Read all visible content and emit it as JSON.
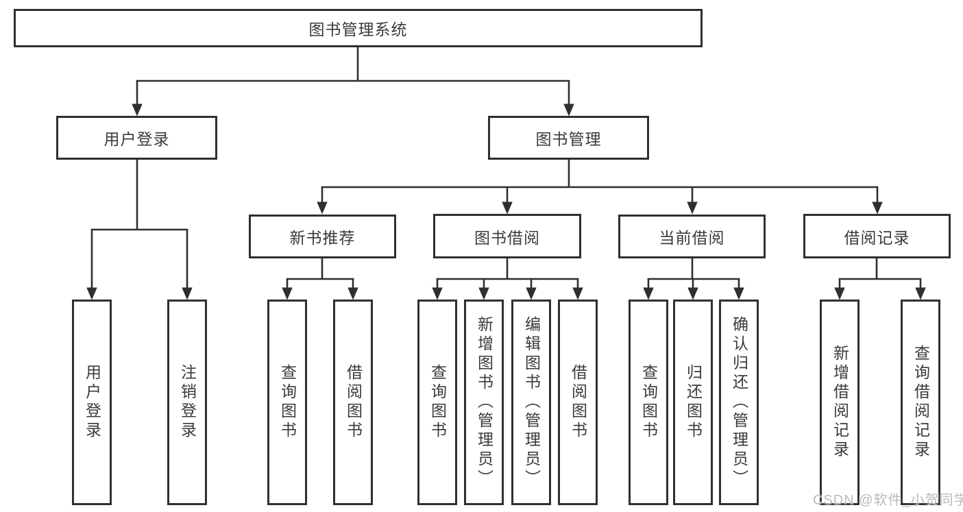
{
  "diagram": {
    "title": "图书管理系统",
    "branches": [
      {
        "label": "用户登录",
        "children": [
          "用户登录",
          "注销登录"
        ]
      },
      {
        "label": "图书管理",
        "groups": [
          {
            "label": "新书推荐",
            "children": [
              "查询图书",
              "借阅图书"
            ]
          },
          {
            "label": "图书借阅",
            "children": [
              "查询图书",
              "新增图书（管理员）",
              "编辑图书（管理员）",
              "借阅图书"
            ]
          },
          {
            "label": "当前借阅",
            "children": [
              "查询图书",
              "归还图书",
              "确认归还（管理员）"
            ]
          },
          {
            "label": "借阅记录",
            "children": [
              "新增借阅记录",
              "查询借阅记录"
            ]
          }
        ]
      }
    ]
  },
  "watermark": "CSDN @软件_小贺同学",
  "colors": {
    "line": "#2f2f2f",
    "text": "#3a3a3a",
    "watermark": "#b7bbbe",
    "background": "#ffffff"
  }
}
